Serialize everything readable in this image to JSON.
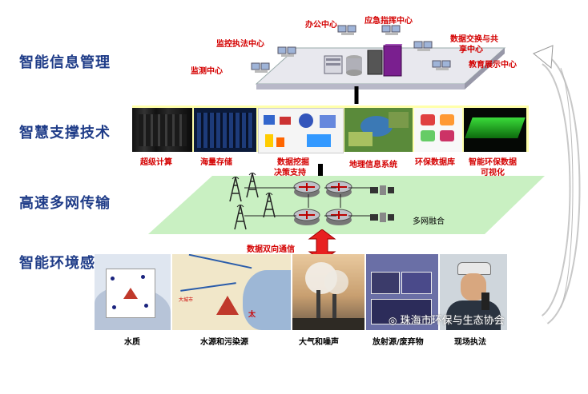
{
  "layers": {
    "info_mgmt": "智能信息管理",
    "support_tech": "智慧支撑技术",
    "transmission": "高速多网传输",
    "perception": "智能环境感知"
  },
  "info_centers": {
    "office": "办公中心",
    "emergency": "应急指挥中心",
    "supervision": "监控执法中心",
    "exchange_line1": "数据交换与共",
    "exchange_line2": "享中心",
    "monitoring": "监测中心",
    "education": "教育展示中心"
  },
  "support": {
    "supercomputing": "超级计算",
    "mass_storage": "海量存储",
    "data_mining_line1": "数据挖掘",
    "data_mining_line2": "决策支持",
    "gis": "地理信息系统",
    "env_database": "环保数据库",
    "visualization_line1": "智能环保数据",
    "visualization_line2": "可视化"
  },
  "network": {
    "fusion": "多网融合",
    "bidirectional": "数据双向通信"
  },
  "perception": {
    "water_quality": "水质",
    "water_source": "水源和污染源",
    "air_noise": "大气和噪声",
    "radiation_waste": "放射源/废弃物",
    "field_enforcement": "现场执法"
  },
  "watermark": "珠海市环保与生态协会",
  "map_labels": {
    "city": "大城市",
    "tai": "太"
  },
  "colors": {
    "label_blue": "#1f3c88",
    "accent_red": "#d40000",
    "network_green": "#c9f0c2",
    "support_yellow": "#ffffaa"
  }
}
